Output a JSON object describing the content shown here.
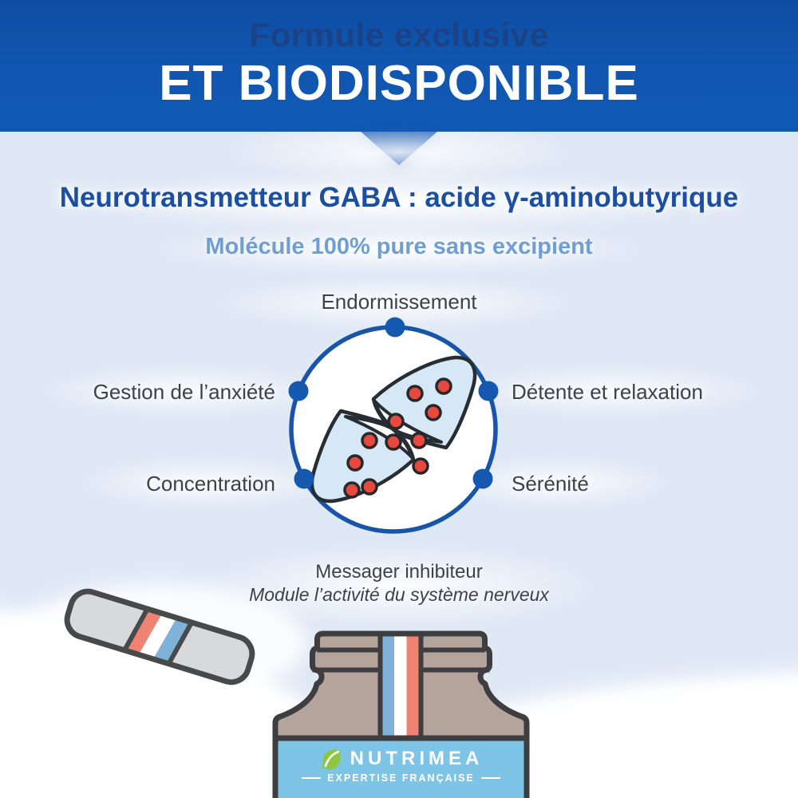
{
  "banner": {
    "subtitle": "Formule exclusive",
    "title": "ET BIODISPONIBLE"
  },
  "headings": {
    "title": "Neurotransmetteur GABA : acide γ-aminobutyrique",
    "subtitle": "Molécule 100% pure sans excipient"
  },
  "diagram": {
    "labels": {
      "top": "Endormissement",
      "left_upper": "Gestion de l’anxiété",
      "right_upper": "Détente et relaxation",
      "left_lower": "Concentration",
      "right_lower": "Sérénité"
    }
  },
  "caption": {
    "title": "Messager inhibiteur",
    "subtitle": "Module l’activité du système nerveux"
  },
  "bottle": {
    "brand": "NUTRIMEA",
    "tagline": "EXPERTISE FRANÇAISE"
  },
  "icons": {
    "leaf": "leaf-icon",
    "banner_arrow": "banner-arrow-icon"
  },
  "colors": {
    "banner_bg": "#1157b1",
    "banner_subtitle": "#1b4284",
    "banner_title": "#ffffff",
    "content_bg": "#dfe8f5",
    "heading": "#1d4fa1",
    "subheading": "#6f9fd2",
    "label_text": "#3b4248",
    "circle_stroke": "#1854a8",
    "node_dot": "#1558b0",
    "synapse_fill": "#d6e7f5",
    "synapse_stroke": "#262d33",
    "neurotransmitter_red": "#e8493e",
    "pill_gray": "#d8d9da",
    "pill_outline": "#48494b",
    "stripe_red": "#ee8374",
    "stripe_blue": "#7fb2d8",
    "bottle_taupe": "#b5a49c",
    "bottle_outline": "#3e3e40",
    "bottle_label_bg": "#7ec4e7",
    "leaf_green": "#8dc63f"
  }
}
